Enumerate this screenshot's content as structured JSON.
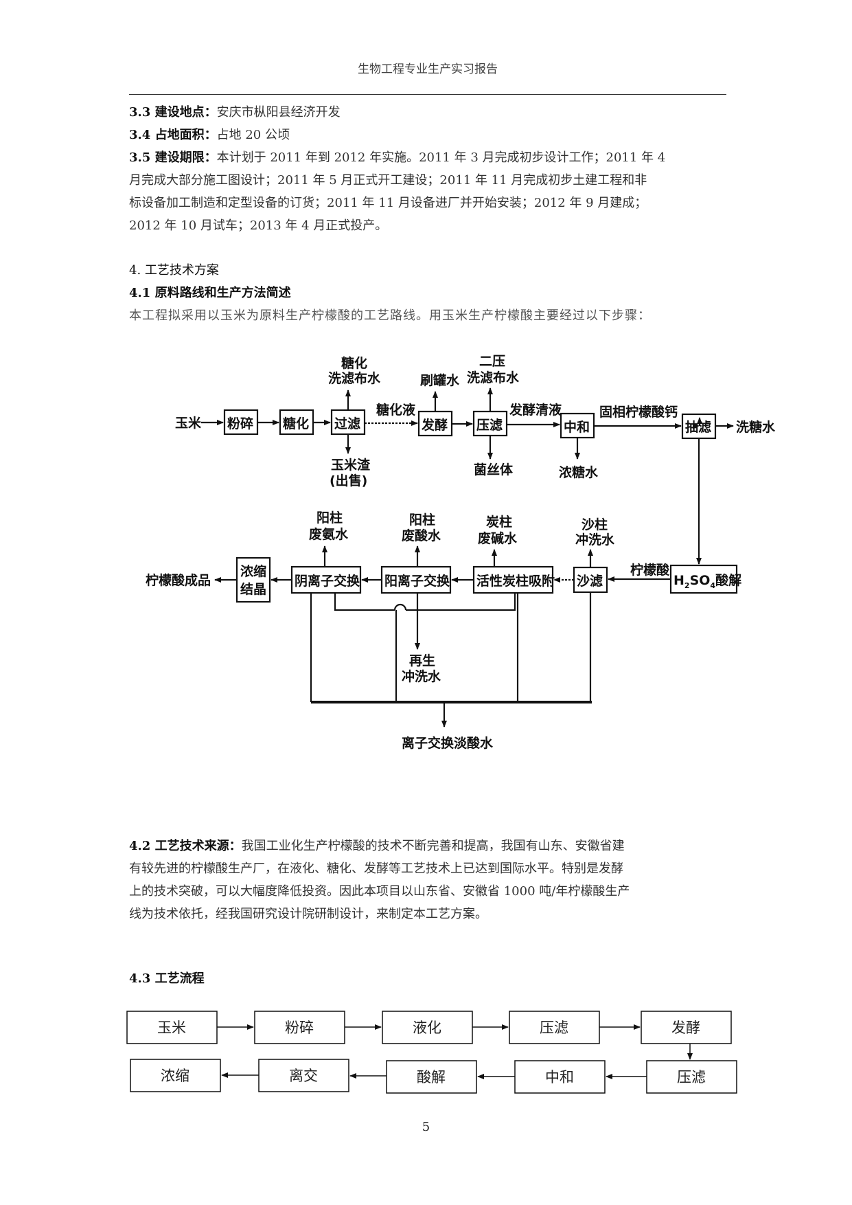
{
  "header": {
    "title": "生物工程专业生产实习报告"
  },
  "section33": {
    "label": "3.3 建设地点：",
    "text": "安庆市枞阳县经济开发"
  },
  "section34": {
    "label": "3.4 占地面积：",
    "text": "占地 20 公顷"
  },
  "section35": {
    "label": "3.5 建设期限：",
    "lines": [
      "本计划于 2011 年到 2012 年实施。2011 年 3 月完成初步设计工作；2011 年 4",
      "月完成大部分施工图设计；2011 年 5 月正式开工建设；2011 年 11 月完成初步土建工程和非",
      "标设备加工制造和定型设备的订货；2011 年 11 月设备进厂并开始安装；2012 年 9 月建成；",
      "2012 年 10 月试车；2013 年 4 月正式投产。"
    ]
  },
  "section4": {
    "title": "4. 工艺技术方案"
  },
  "section41": {
    "title": "4.1 原料路线和生产方法简述",
    "text": "本工程拟采用以玉米为原料生产柠檬酸的工艺路线。用玉米生产柠檬酸主要经过以下步骤："
  },
  "diagram1": {
    "corn": "玉米",
    "crush": "粉碎",
    "saccharify": "糖化",
    "filter": "过滤",
    "filter_out_1": "糖化",
    "filter_out_2": "洗滤布水",
    "sugar_liquid": "糖化液",
    "residue_1": "玉米渣",
    "residue_2": "(出售)",
    "ferment": "发酵",
    "tank_wash": "刷罐水",
    "press_filter": "压滤",
    "second_press_1": "二压",
    "second_press_2": "洗滤布水",
    "mycelium": "菌丝体",
    "clear_liquid": "发酵清液",
    "neutralize": "中和",
    "thick_sugar": "浓糖水",
    "calcium_citrate": "固相柠檬酸钙",
    "suction_filter": "抽滤",
    "wash_sugar": "洗糖水",
    "acidolysis_h": "H",
    "acidolysis_sub2": "2",
    "acidolysis_so": "SO",
    "acidolysis_sub4": "4",
    "acidolysis_tail": "酸解",
    "citric_acid": "柠檬酸",
    "sand_filter": "沙滤",
    "sand_col_1": "沙柱",
    "sand_col_2": "冲洗水",
    "carbon_adsorb": "活性炭柱吸附",
    "carbon_col_1": "炭柱",
    "carbon_col_2": "废碱水",
    "cation_exchange": "阳离子交换",
    "cation_col_1": "阳柱",
    "cation_col_2": "废酸水",
    "anion_exchange": "阴离子交换",
    "anion_col_1": "阳柱",
    "anion_col_2": "废氨水",
    "concentrate_1": "浓缩",
    "concentrate_2": "结晶",
    "product": "柠檬酸成品",
    "regen_1": "再生",
    "regen_2": "冲洗水",
    "waste_acid": "离子交换淡酸水"
  },
  "section42": {
    "label": "4.2 工艺技术来源：",
    "lines": [
      "我国工业化生产柠檬酸的技术不断完善和提高，我国有山东、安徽省建",
      "有较先进的柠檬酸生产厂，在液化、糖化、发酵等工艺技术上已达到国际水平。特别是发酵",
      "上的技术突破，可以大幅度降低投资。因此本项目以山东省、安徽省 1000 吨/年柠檬酸生产",
      "线为技术依托，经我国研究设计院研制设计，来制定本工艺方案。"
    ]
  },
  "section43": {
    "title": "4.3 工艺流程"
  },
  "flow": {
    "row1": [
      "玉米",
      "粉碎",
      "液化",
      "压滤",
      "发酵"
    ],
    "row2": [
      "浓缩",
      "离交",
      "酸解",
      "中和",
      "压滤"
    ]
  },
  "page": {
    "number": "5"
  }
}
